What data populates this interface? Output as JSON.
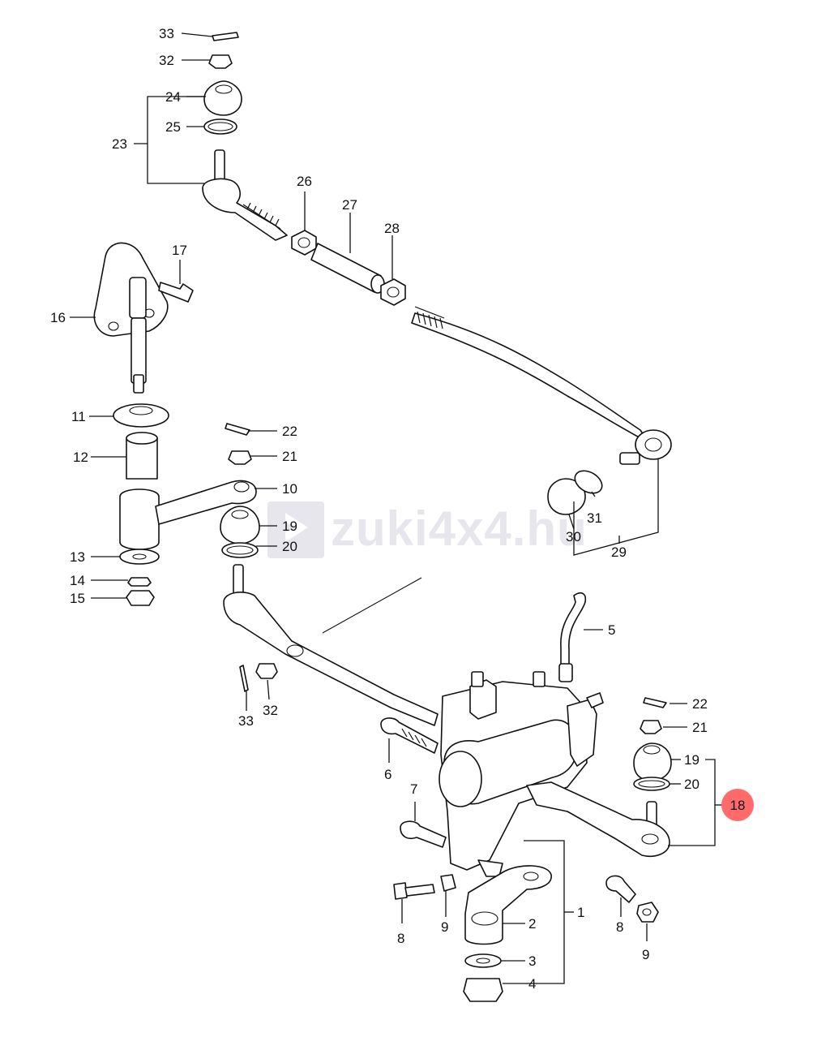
{
  "watermark": {
    "text": "zuki4x4.hu",
    "logo_name": "suzuki-s-logo"
  },
  "highlight": {
    "label": "18",
    "color": "#ff6b6b"
  },
  "callouts": [
    {
      "id": "c33a",
      "text": "33"
    },
    {
      "id": "c32a",
      "text": "32"
    },
    {
      "id": "c24",
      "text": "24"
    },
    {
      "id": "c25",
      "text": "25"
    },
    {
      "id": "c23",
      "text": "23"
    },
    {
      "id": "c26",
      "text": "26"
    },
    {
      "id": "c27",
      "text": "27"
    },
    {
      "id": "c28",
      "text": "28"
    },
    {
      "id": "c17",
      "text": "17"
    },
    {
      "id": "c16",
      "text": "16"
    },
    {
      "id": "c11",
      "text": "11"
    },
    {
      "id": "c12",
      "text": "12"
    },
    {
      "id": "c22a",
      "text": "22"
    },
    {
      "id": "c21a",
      "text": "21"
    },
    {
      "id": "c10",
      "text": "10"
    },
    {
      "id": "c19a",
      "text": "19"
    },
    {
      "id": "c20a",
      "text": "20"
    },
    {
      "id": "c13",
      "text": "13"
    },
    {
      "id": "c14",
      "text": "14"
    },
    {
      "id": "c15",
      "text": "15"
    },
    {
      "id": "c31",
      "text": "31"
    },
    {
      "id": "c30",
      "text": "30"
    },
    {
      "id": "c29",
      "text": "29"
    },
    {
      "id": "c5",
      "text": "5"
    },
    {
      "id": "c33b",
      "text": "33"
    },
    {
      "id": "c32b",
      "text": "32"
    },
    {
      "id": "c6",
      "text": "6"
    },
    {
      "id": "c22b",
      "text": "22"
    },
    {
      "id": "c21b",
      "text": "21"
    },
    {
      "id": "c19b",
      "text": "19"
    },
    {
      "id": "c20b",
      "text": "20"
    },
    {
      "id": "c7",
      "text": "7"
    },
    {
      "id": "c1",
      "text": "1"
    },
    {
      "id": "c8a",
      "text": "8"
    },
    {
      "id": "c9a",
      "text": "9"
    },
    {
      "id": "c2",
      "text": "2"
    },
    {
      "id": "c8b",
      "text": "8"
    },
    {
      "id": "c9b",
      "text": "9"
    },
    {
      "id": "c3",
      "text": "3"
    },
    {
      "id": "c4",
      "text": "4"
    }
  ]
}
